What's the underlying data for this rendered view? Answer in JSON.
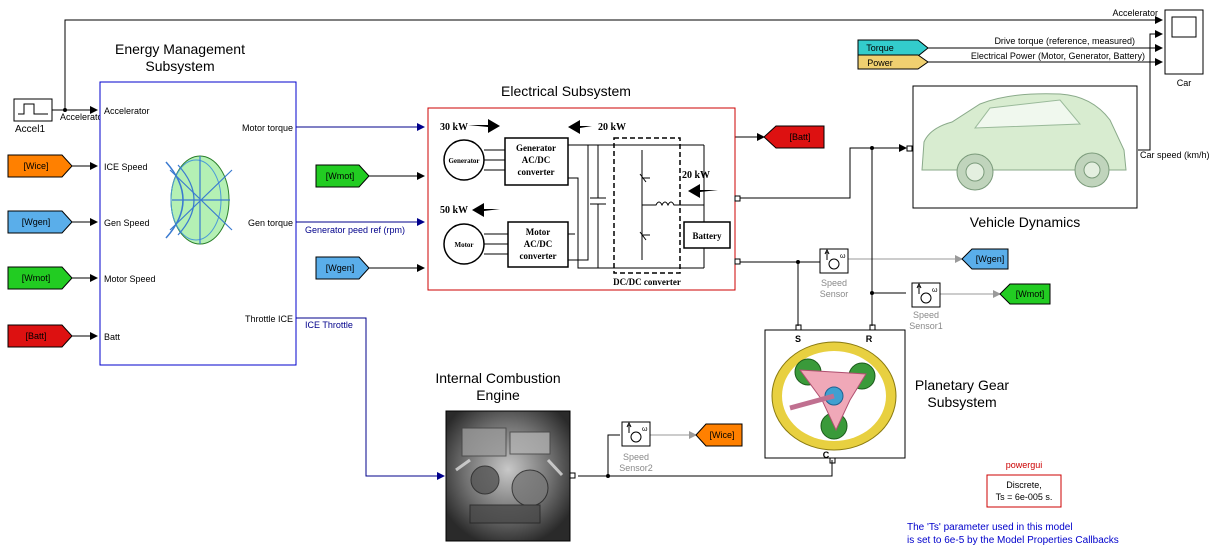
{
  "blocks": {
    "energy_management": {
      "title_line1": "Energy Management",
      "title_line2": "Subsystem",
      "inputs": [
        "Accelerator",
        "ICE Speed",
        "Gen Speed",
        "Motor Speed",
        "Batt"
      ],
      "outputs": [
        "Motor torque",
        "Gen torque",
        "Throttle ICE"
      ]
    },
    "electrical": {
      "title": "Electrical Subsystem",
      "power_30": "30 kW",
      "power_20_top": "20 kW",
      "power_20_right": "20 kW",
      "power_50": "50 kW",
      "generator": "Generator",
      "gen_conv_1": "Generator",
      "gen_conv_2": "AC/DC",
      "gen_conv_3": "converter",
      "motor": "Motor",
      "mot_conv_1": "Motor",
      "mot_conv_2": "AC/DC",
      "mot_conv_3": "converter",
      "battery": "Battery",
      "dcdc": "DC/DC converter"
    },
    "vehicle": {
      "title": "Vehicle Dynamics",
      "car_speed": "Car speed (km/h)"
    },
    "ice": {
      "title_line1": "Internal Combustion",
      "title_line2": "Engine"
    },
    "planetary": {
      "title_line1": "Planetary Gear",
      "title_line2": "Subsystem",
      "port_s": "S",
      "port_r": "R",
      "port_c": "C"
    },
    "scope": {
      "label": "Car"
    },
    "accel_source": {
      "label": "Accel1"
    }
  },
  "signals": {
    "accelerator_top": "Accelerator",
    "accelerator_in": "Accelerator",
    "drive_torque": "Drive torque (reference, measured)",
    "electrical_power": "Electrical Power (Motor, Generator, Battery)",
    "generator_ref": "Generator peed ref (rpm)",
    "ice_throttle": "ICE Throttle"
  },
  "tags": {
    "wice_in": "[Wice]",
    "wgen_in": "[Wgen]",
    "wmot_in": "[Wmot]",
    "batt_in": "[Batt]",
    "wmot_elec": "[Wmot]",
    "wgen_elec": "[Wgen]",
    "batt_out": "[Batt]",
    "wgen_out": "[Wgen]",
    "wmot_out": "[Wmot]",
    "wice_out": "[Wice]",
    "torque": "Torque",
    "power": "Power"
  },
  "sensors": {
    "s1_line1": "Speed",
    "s1_line2": "Sensor",
    "s2_line1": "Speed",
    "s2_line2": "Sensor1",
    "s3_line1": "Speed",
    "s3_line2": "Sensor2"
  },
  "powergui": {
    "label": "powergui",
    "line1": "Discrete,",
    "line2": "Ts = 6e-005 s."
  },
  "note": {
    "line1": "The 'Ts' parameter used in this model",
    "line2": "is set to 6e-5  by the Model Properties Callbacks"
  },
  "colors": {
    "orange": "#ff8000",
    "light_blue": "#5aaeea",
    "green": "#22cc22",
    "red": "#dd1111",
    "cyan": "#33cccc",
    "tan": "#f0d070",
    "block_blue": "#0000cc",
    "block_red": "#cc0000"
  }
}
